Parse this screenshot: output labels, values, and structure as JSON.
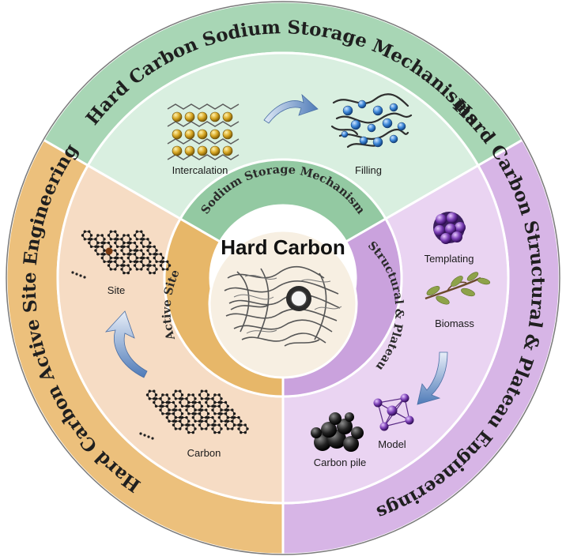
{
  "center": {
    "title": "Hard Carbon"
  },
  "outer_ring": {
    "top": "Hard Carbon Sodium Storage Mechanisms",
    "left": "Hard Carbon Active Site Engineering",
    "right": "Hard Carbon Structural & Plateau Engineerings"
  },
  "middle_ring": {
    "top": "Sodium Storage Mechanism",
    "left": "Active Site",
    "right": "Structural & Plateau"
  },
  "sectors": {
    "top": {
      "items": [
        "Intercalation",
        "Filling"
      ]
    },
    "left": {
      "items": [
        "Site",
        "Carbon"
      ]
    },
    "right": {
      "items": [
        "Templating",
        "Biomass",
        "Model",
        "Carbon pile"
      ]
    }
  },
  "colors": {
    "top_outer": "#a8d6b5",
    "top_inner": "#d9efe0",
    "top_mid": "#93c9a2",
    "left_outer": "#ecc07c",
    "left_inner": "#f6dcc4",
    "left_mid": "#e7b769",
    "right_outer": "#d7b5e6",
    "right_inner": "#ead4f2",
    "right_mid": "#caa2dd",
    "center": "#f7efe2"
  }
}
